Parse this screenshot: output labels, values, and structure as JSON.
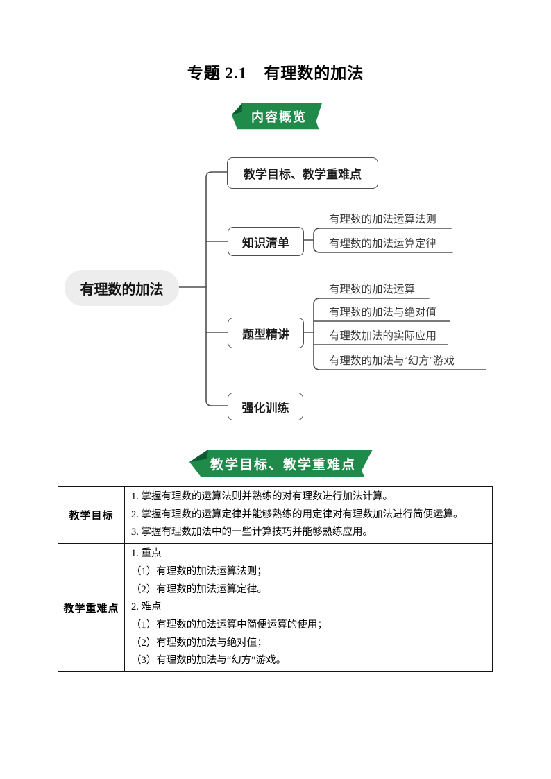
{
  "page": {
    "title": "专题 2.1　有理数的加法"
  },
  "banners": {
    "overview_label": "内容概览",
    "objectives_label": "教学目标、教学重难点"
  },
  "mindmap": {
    "root": "有理数的加法",
    "branch1": "教学目标、教学重难点",
    "branch2": "知识清单",
    "branch2_leaves": [
      "有理数的加法运算法则",
      "有理数的加法运算定律"
    ],
    "branch3": "题型精讲",
    "branch3_leaves": [
      "有理数的加法运算",
      "有理数的加法与绝对值",
      "有理数加法的实际应用",
      "有理数的加法与“幻方”游戏"
    ],
    "branch4": "强化训练"
  },
  "table": {
    "rows": [
      {
        "header": "教学目标",
        "lines": [
          "1. 掌握有理数的运算法则并熟练的对有理数进行加法计算。",
          "2. 掌握有理数的运算定律并能够熟练的用定律对有理数加法进行简便运算。",
          "3. 掌握有理数加法中的一些计算技巧并能够熟练应用。"
        ]
      },
      {
        "header": "教学重难点",
        "lines": [
          "1. 重点",
          "（1）有理数的加法运算法则；",
          "（2）有理数的加法运算定律。",
          "2. 难点",
          "（1）有理数的加法运算中简便运算的使用；",
          "（2）有理数的加法与绝对值；",
          "（3）有理数的加法与“幻方”游戏。"
        ]
      }
    ]
  },
  "colors": {
    "banner_green": "#1f8a4a",
    "banner_fold": "#0c5c30",
    "line_gray": "#4f4f4f"
  }
}
